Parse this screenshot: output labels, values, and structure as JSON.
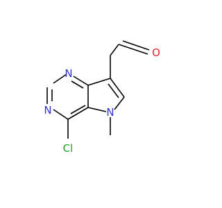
{
  "molecule": {
    "atoms": {
      "n1": "N",
      "n3": "N",
      "n5": "N",
      "cl": "Cl",
      "o": "O"
    },
    "colors": {
      "bond": "#000000",
      "nitrogen": "#3333cc",
      "oxygen": "#e8222a",
      "chlorine": "#1fa31f"
    }
  }
}
